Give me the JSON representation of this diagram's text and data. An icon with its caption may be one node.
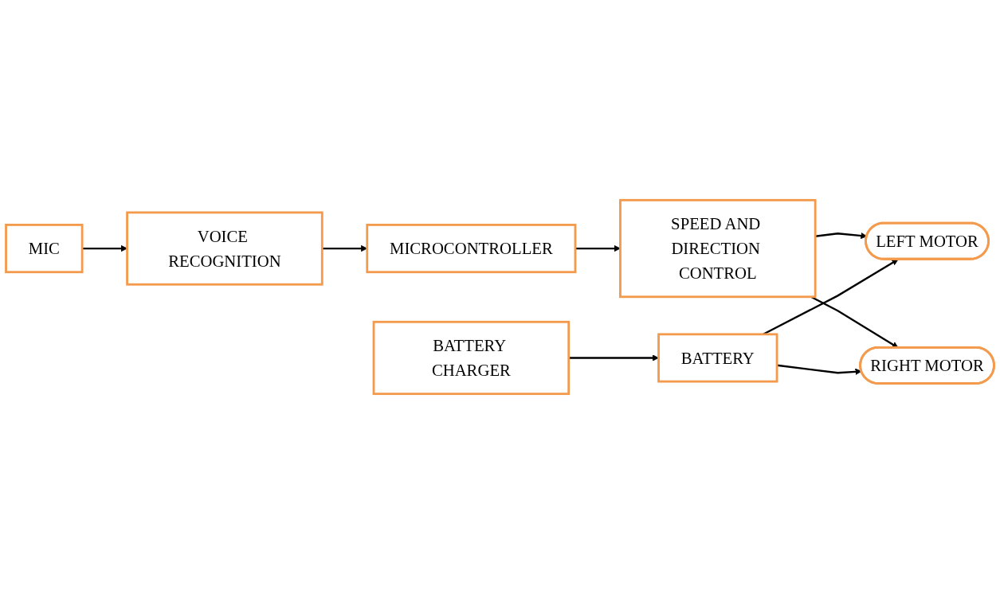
{
  "diagram": {
    "nodes": [
      {
        "text": [
          "MIC"
        ]
      },
      {
        "text": [
          "VOICE RECOGNITION"
        ]
      },
      {
        "text": [
          "MICROCONTROLLER"
        ]
      },
      {
        "text": [
          "SPEED AND DIRECTION CONTROL"
        ]
      },
      {
        "text": [
          "LEFT MOTOR"
        ]
      },
      {
        "text": [
          "RIGHT MOTOR"
        ]
      },
      {
        "text": [
          "BATTERY"
        ]
      },
      {
        "text": [
          "BATTERY CHARGER"
        ]
      }
    ],
    "edges": [
      {
        "from": 0,
        "to": 1,
        "arrow": "to"
      },
      {
        "from": 1,
        "to": 2,
        "arrow": "to"
      },
      {
        "from": 2,
        "to": 3,
        "arrow": "to"
      },
      {
        "from": 3,
        "to": 4,
        "arrow": "to"
      },
      {
        "from": 3,
        "to": 5,
        "arrow": "to"
      },
      {
        "from": 6,
        "to": 4,
        "arrow": "to"
      },
      {
        "from": 6,
        "to": 5,
        "arrow": "to"
      },
      {
        "from": 7,
        "to": 6,
        "arrow": "to"
      }
    ]
  }
}
